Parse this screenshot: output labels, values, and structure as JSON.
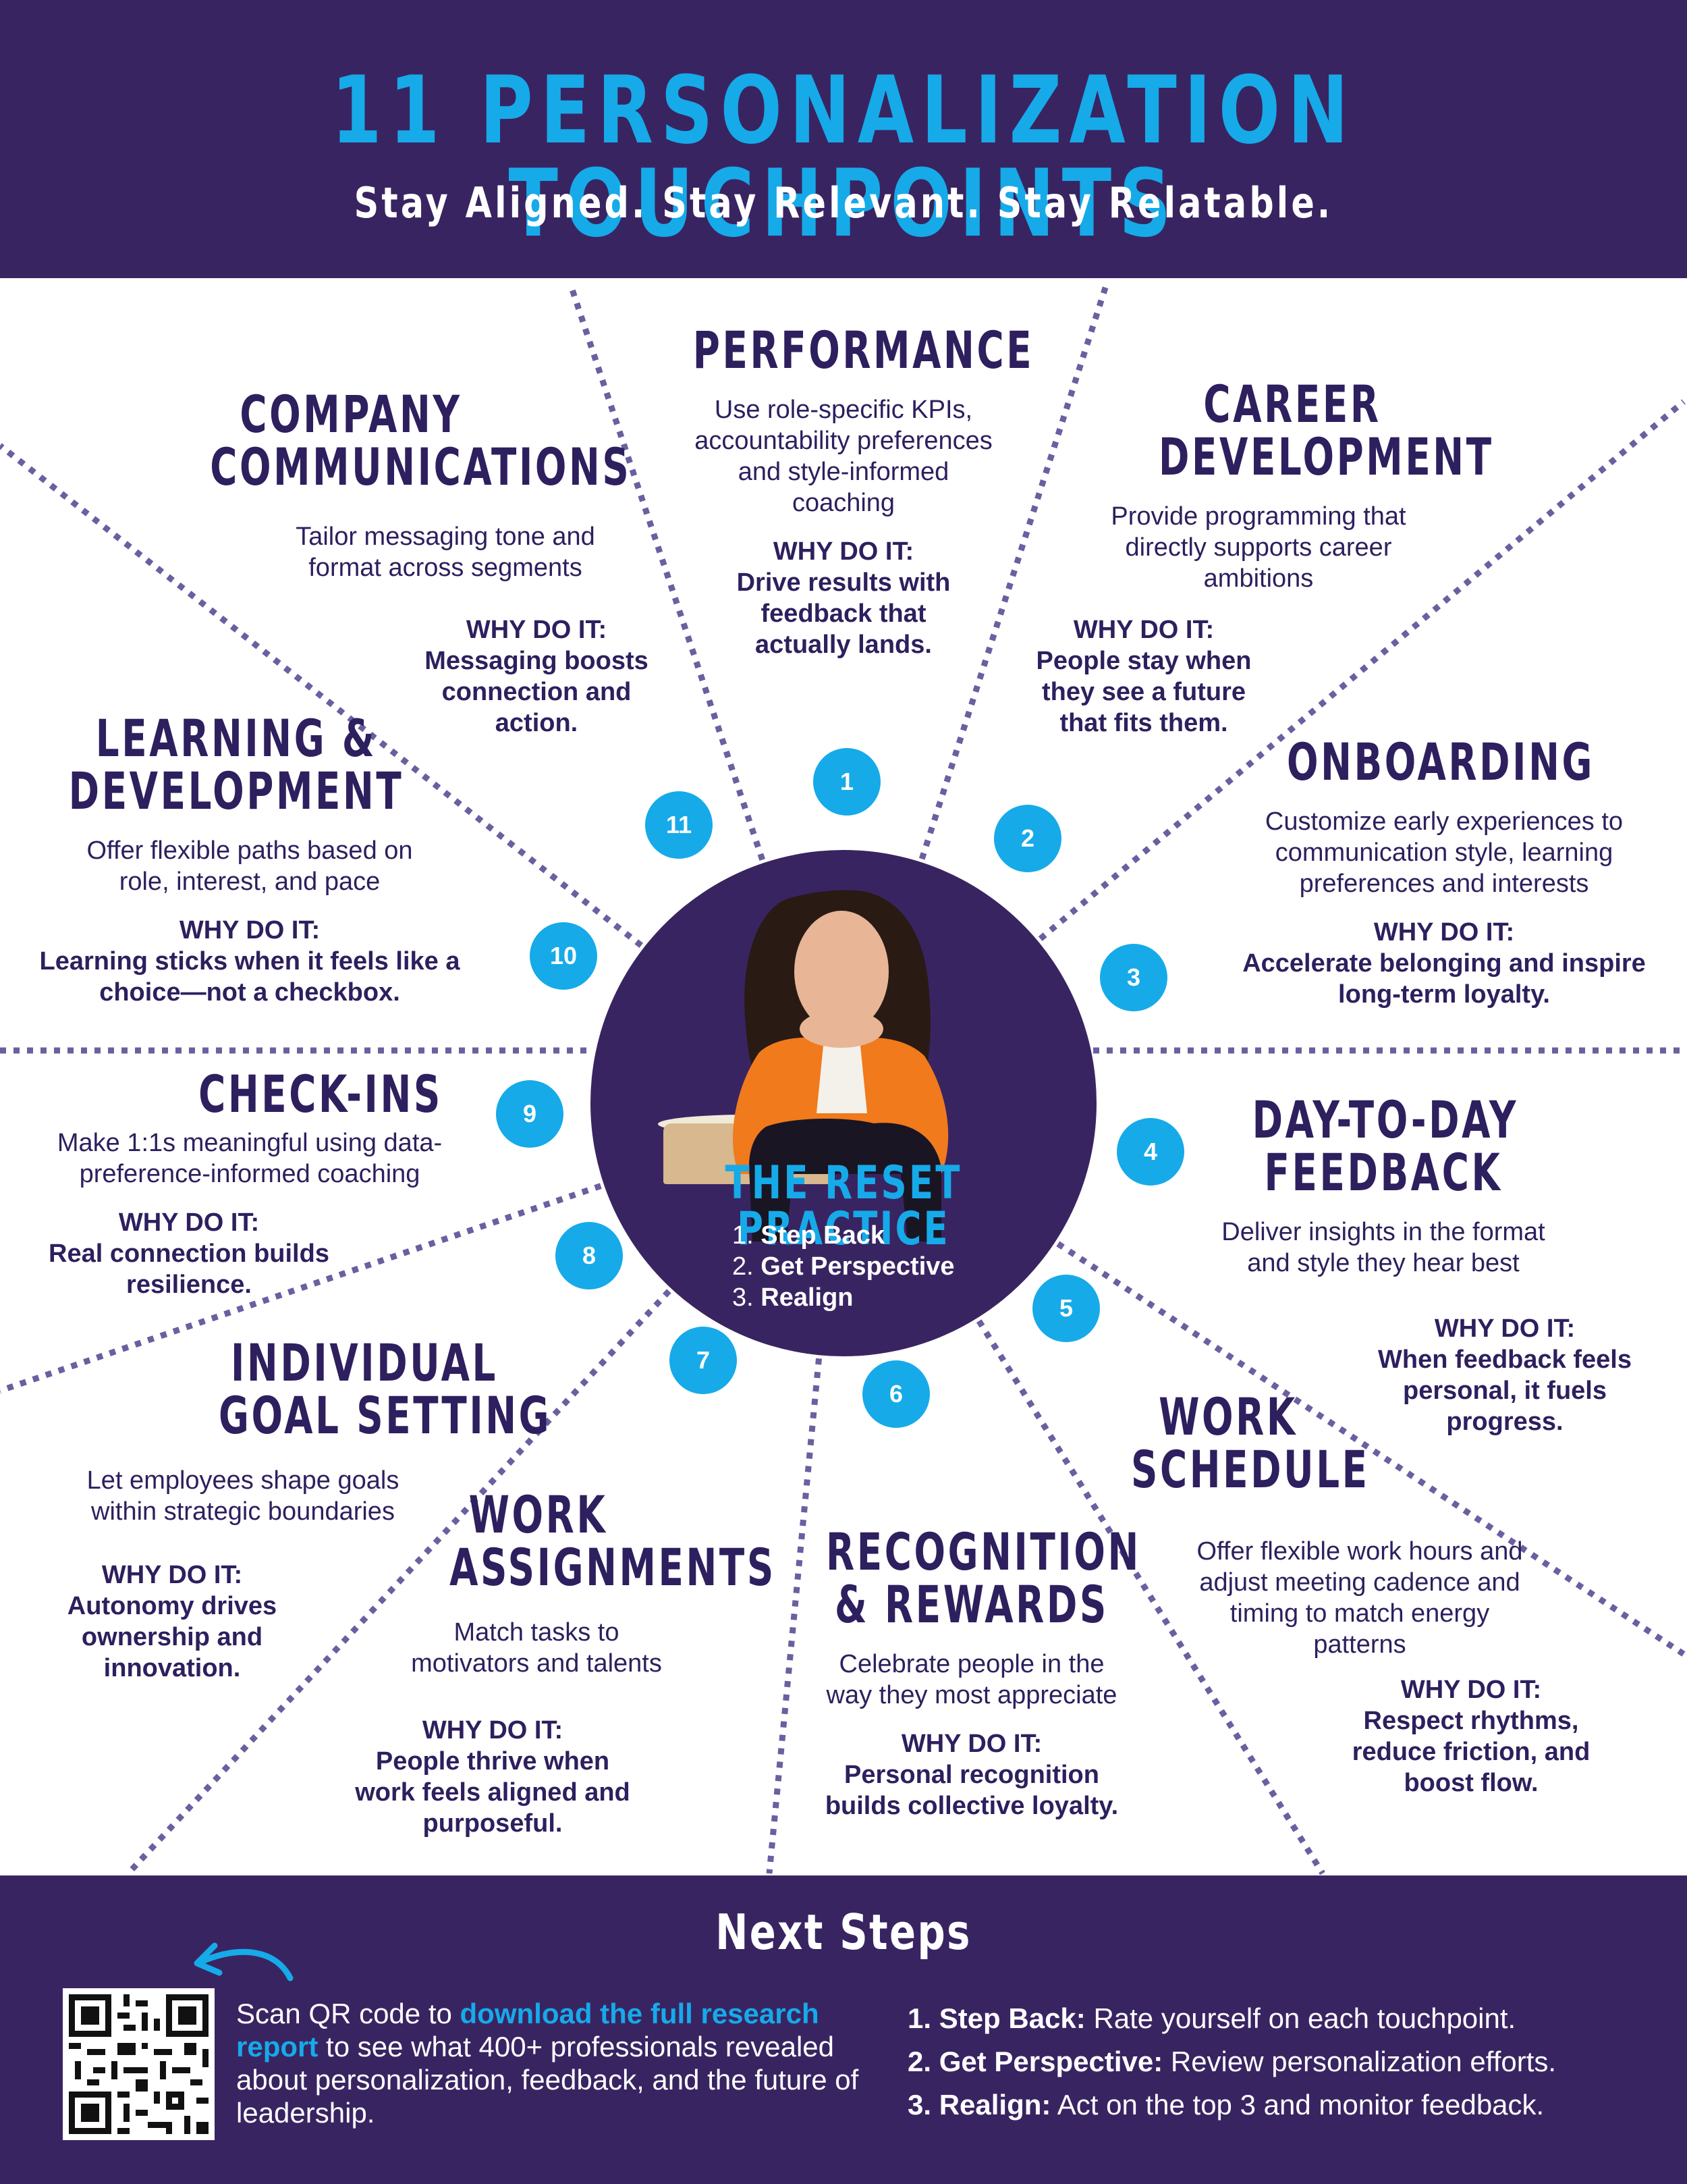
{
  "header": {
    "title": "11 PERSONALIZATION TOUCHPOINTS",
    "subtitle": "Stay Aligned. Stay Relevant. Stay Relatable."
  },
  "colors": {
    "navy": "#392462",
    "heading": "#2e1f5e",
    "accent_blue": "#16aae9",
    "photo_jacket": "#f07a1c"
  },
  "center": {
    "title": "THE RESET PRACTICE",
    "steps": [
      {
        "n": "1.",
        "label": "Step Back"
      },
      {
        "n": "2.",
        "label": "Get Perspective"
      },
      {
        "n": "3.",
        "label": "Realign"
      }
    ]
  },
  "numbers": [
    "1",
    "2",
    "3",
    "4",
    "5",
    "6",
    "7",
    "8",
    "9",
    "10",
    "11"
  ],
  "why_label": "WHY DO IT:",
  "touchpoints": [
    {
      "title": [
        "PERFORMANCE"
      ],
      "desc": [
        "Use role-specific KPIs,",
        "accountability preferences",
        "and style-informed",
        "coaching"
      ],
      "why": [
        "Drive results with",
        "feedback that",
        "actually lands."
      ]
    },
    {
      "title": [
        "CAREER",
        "DEVELOPMENT"
      ],
      "desc": [
        "Provide programming that",
        "directly supports career",
        "ambitions"
      ],
      "why": [
        "People stay when",
        "they see a future",
        "that fits them."
      ]
    },
    {
      "title": [
        "ONBOARDING"
      ],
      "desc": [
        "Customize early experiences to",
        "communication style, learning",
        "preferences and  interests"
      ],
      "why": [
        "Accelerate belonging and inspire",
        "long-term loyalty."
      ]
    },
    {
      "title": [
        "DAY-TO-DAY",
        "FEEDBACK"
      ],
      "desc": [
        "Deliver insights in the format",
        "and style they hear best"
      ],
      "why": [
        "When feedback feels",
        "personal, it fuels",
        "progress."
      ]
    },
    {
      "title": [
        "WORK",
        "SCHEDULE"
      ],
      "desc": [
        "Offer flexible work hours and",
        "adjust meeting cadence and",
        "timing to match energy",
        "patterns"
      ],
      "why": [
        "Respect rhythms,",
        "reduce friction, and",
        "boost flow."
      ]
    },
    {
      "title": [
        "RECOGNITION",
        "& REWARDS"
      ],
      "desc": [
        "Celebrate people in the",
        "way they most appreciate"
      ],
      "why": [
        "Personal recognition",
        "builds collective loyalty."
      ]
    },
    {
      "title": [
        "WORK",
        "ASSIGNMENTS"
      ],
      "desc": [
        "Match tasks to",
        "motivators and talents"
      ],
      "why": [
        "People thrive when",
        "work feels aligned and",
        "purposeful."
      ]
    },
    {
      "title": [
        "INDIVIDUAL",
        "GOAL SETTING"
      ],
      "desc": [
        "Let employees shape goals",
        "within strategic boundaries"
      ],
      "why": [
        "Autonomy drives",
        "ownership and",
        "innovation."
      ]
    },
    {
      "title": [
        "CHECK-INS"
      ],
      "desc": [
        "Make 1:1s meaningful using data-",
        "preference-informed coaching"
      ],
      "why": [
        "Real connection builds",
        "resilience."
      ]
    },
    {
      "title": [
        "LEARNING &",
        "DEVELOPMENT"
      ],
      "desc": [
        "Offer flexible paths based on",
        "role, interest, and pace"
      ],
      "why": [
        "Learning sticks when it feels like a",
        "choice—not a checkbox."
      ]
    },
    {
      "title": [
        "COMPANY",
        "COMMUNICATIONS"
      ],
      "desc": [
        "Tailor messaging tone and",
        "format across segments"
      ],
      "why": [
        "Messaging boosts",
        "connection and",
        "action."
      ]
    }
  ],
  "footer": {
    "title": "Next Steps",
    "scan_pre": "Scan QR code to ",
    "scan_link": "download the full research report",
    "scan_post": " to see what 400+ professionals revealed about personalization, feedback, and the future of leadership.",
    "steps": [
      {
        "label": "1. Step Back:",
        "text": " Rate yourself on each touchpoint."
      },
      {
        "label": "2. Get Perspective:",
        "text": " Review personalization efforts."
      },
      {
        "label": "3. Realign:",
        "text": " Act on the top 3 and monitor feedback."
      }
    ]
  }
}
